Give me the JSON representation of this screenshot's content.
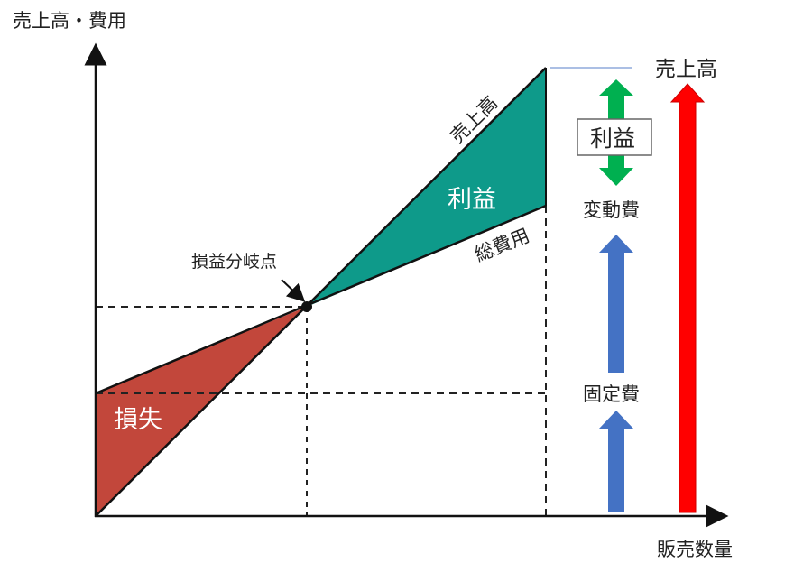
{
  "axes": {
    "y_label": "売上高・費用",
    "x_label": "販売数量"
  },
  "lines": {
    "sales_label": "売上高",
    "total_cost_label": "総費用"
  },
  "regions": {
    "profit_label": "利益",
    "loss_label": "損失"
  },
  "break_even": {
    "label": "損益分岐点"
  },
  "legend": {
    "sales_label": "売上高",
    "profit_label": "利益",
    "variable_cost_label": "変動費",
    "fixed_cost_label": "固定費"
  },
  "colors": {
    "profit": "#0e9a8a",
    "loss": "#c2473b",
    "sales_arrow": "#ff0000",
    "profit_arrow": "#00b050",
    "cost_arrow": "#4472c4",
    "sales_ref_line": "#8faadc"
  }
}
